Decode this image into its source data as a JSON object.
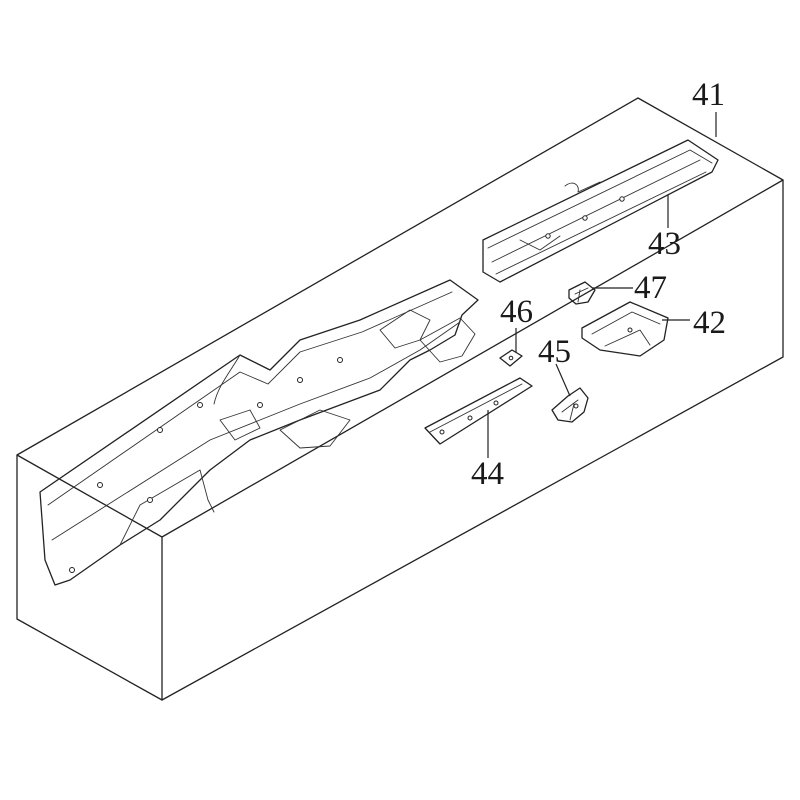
{
  "diagram": {
    "callouts": [
      {
        "id": "41",
        "label": "41"
      },
      {
        "id": "43",
        "label": "43"
      },
      {
        "id": "47",
        "label": "47"
      },
      {
        "id": "42",
        "label": "42"
      },
      {
        "id": "46",
        "label": "46"
      },
      {
        "id": "45",
        "label": "45"
      },
      {
        "id": "44",
        "label": "44"
      }
    ]
  },
  "colors": {
    "line": "#222222",
    "background": "#ffffff"
  }
}
